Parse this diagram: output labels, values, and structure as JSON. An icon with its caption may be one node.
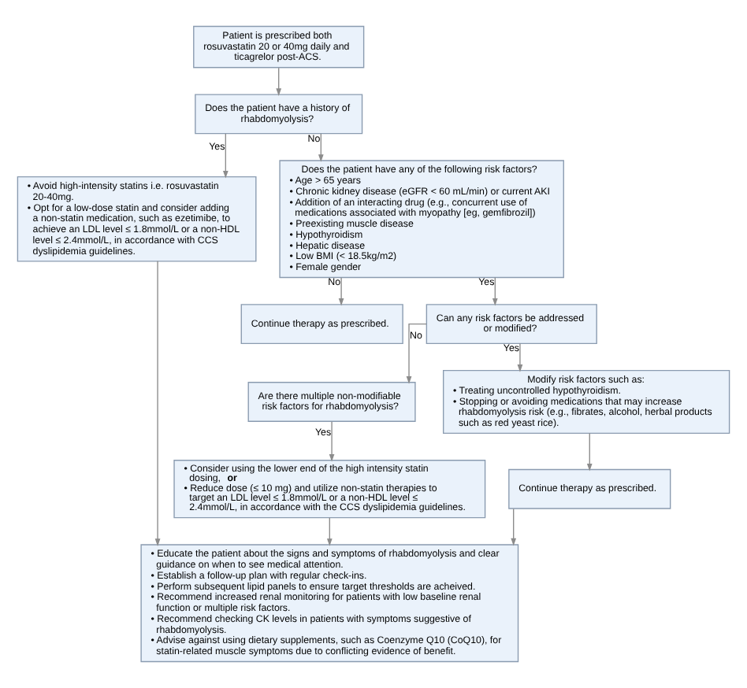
{
  "diagram": {
    "nodes": [
      {
        "text": [
          "Patient is prescribed both rosuvastatin 20 or 40mg daily and ticagrelor post-ACS."
        ]
      },
      {
        "text": [
          "Does the patient have a history of rhabdomyolysis?"
        ]
      },
      {
        "text": [
          "• Avoid high-intensity statins i.e. rosuvastatin 20-40mg.",
          "• Opt for a low-dose statin and consider adding a non-statin medication, such as ezetimibe, to achieve an LDL level ≤ 1.8mmol/L or a non-HDL level ≤ 2.4mmol/L, in accordance with CCS dyslipidemia guidelines."
        ]
      },
      {
        "text": [
          "Does the patient have any of the following risk factors?",
          "• Age > 65 years",
          "• Chronic kidney disease (eGFR < 60 mL/min) or current AKI",
          "• Addition of an interacting drug (e.g., concurrent use of medications associated with myopathy [eg, gemfibrozil])",
          "• Preexisting muscle disease",
          "• Hypothyroidism",
          "• Hepatic disease",
          "• Low BMI (< 18.5kg/m2)",
          "• Female gender"
        ]
      },
      {
        "text": [
          "Continue therapy as prescribed."
        ]
      },
      {
        "text": [
          "Can any risk factors be addressed or modified?"
        ]
      },
      {
        "text": [
          "Are there multiple non-modifiable risk factors for rhabdomyolysis?"
        ]
      },
      {
        "text": [
          "Modify risk factors such as:",
          "• Treating uncontrolled hypothyroidism.",
          "• Stopping or avoiding medications that may increase rhabdomyolysis risk (e.g., fibrates, alcohol, herbal products such as red yeast rice)."
        ]
      },
      {
        "text": [
          "• Consider using the lower end of the high intensity statin dosing, **or**",
          "• Reduce dose (≤ 10 mg) and utilize non-statin therapies to target an LDL level ≤ 1.8mmol/L or a non-HDL level ≤ 2.4mmol/L, in accordance with the CCS dyslipidemia guidelines."
        ]
      },
      {
        "text": [
          "Continue therapy as prescribed."
        ]
      },
      {
        "text": [
          "• Educate the patient about the signs and symptoms of rhabdomyolysis and clear guidance on when to see medical attention.",
          "• Establish a follow-up plan with regular check-ins.",
          "• Perform subsequent lipid panels to ensure target thresholds are acheived.",
          "• Recommend increased renal monitoring for patients with low baseline renal function or multiple risk factors.",
          "• Recommend checking CK levels in patients with symptoms suggestive of rhabdomyolysis.",
          "• Advise against using dietary supplements, such as Coenzyme Q10 (CoQ10), for statin-related muscle symptoms due to conflicting evidence of benefit."
        ]
      }
    ],
    "edges": [
      {
        "from": 0,
        "to": 1,
        "arrow": "to"
      },
      {
        "from": 1,
        "to": 2,
        "label": "Yes",
        "arrow": "to"
      },
      {
        "from": 1,
        "to": 3,
        "label": "No",
        "arrow": "to"
      },
      {
        "from": 3,
        "to": 4,
        "label": "No",
        "arrow": "to"
      },
      {
        "from": 3,
        "to": 5,
        "label": "Yes",
        "arrow": "to"
      },
      {
        "from": 5,
        "to": 6,
        "label": "No",
        "arrow": "to"
      },
      {
        "from": 5,
        "to": 7,
        "label": "Yes",
        "arrow": "to"
      },
      {
        "from": 6,
        "to": 8,
        "label": "Yes",
        "arrow": "to"
      },
      {
        "from": 7,
        "to": 9,
        "arrow": "to"
      },
      {
        "from": 8,
        "to": 10,
        "arrow": "to"
      },
      {
        "from": 9,
        "to": 10,
        "arrow": "to"
      },
      {
        "from": 2,
        "to": 10,
        "arrow": "to"
      }
    ]
  }
}
